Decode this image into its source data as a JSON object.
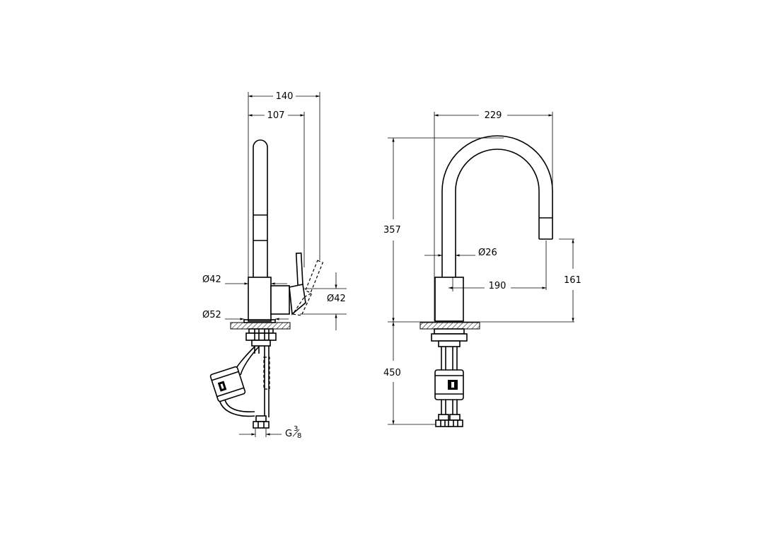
{
  "side_view": {
    "dim_total_width": "140",
    "dim_spout_reach": "107",
    "dim_body_diameter": "Ø42",
    "dim_lever_diameter": "Ø42",
    "dim_base_diameter": "Ø52",
    "dim_connection_g": "G",
    "dim_connection_num": "3",
    "dim_connection_den": "8"
  },
  "front_view": {
    "dim_spout_width": "229",
    "dim_height": "357",
    "dim_outlet_diameter": "Ø26",
    "dim_reach": "190",
    "dim_outlet_height": "161",
    "dim_below_deck": "450"
  }
}
